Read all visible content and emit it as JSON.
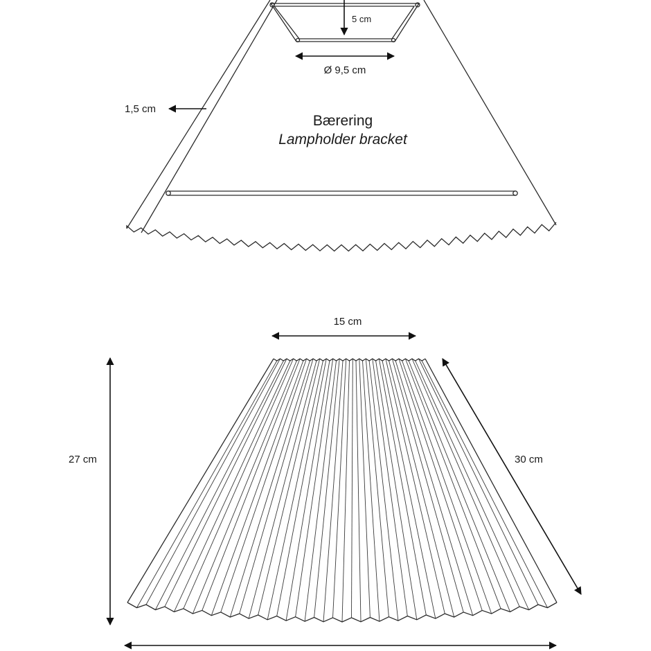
{
  "bracket": {
    "title": "Bærering",
    "subtitle": "Lampholder bracket",
    "dim_depth": "5 cm",
    "dim_inner_diameter": "Ø 9,5 cm",
    "dim_border": "1,5 cm"
  },
  "shade": {
    "dim_top": "15 cm",
    "dim_height": "27 cm",
    "dim_slant": "30 cm",
    "pleat_count": 46
  }
}
